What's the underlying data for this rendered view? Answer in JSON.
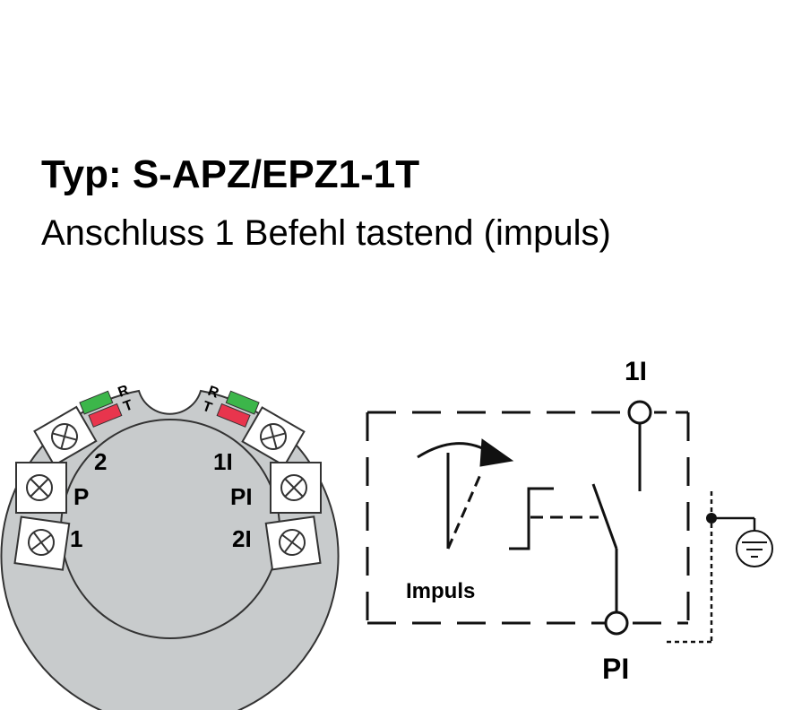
{
  "header": {
    "title": "Typ: S-APZ/EPZ1-1T",
    "subtitle": "Anschluss 1 Befehl tastend (impuls)"
  },
  "terminal_block": {
    "left_led": {
      "top_letter": "R",
      "bottom_letter": "T"
    },
    "right_led": {
      "top_letter": "R",
      "bottom_letter": "T"
    },
    "left_labels": [
      "2",
      "P",
      "1"
    ],
    "right_labels": [
      "1I",
      "PI",
      "2I"
    ],
    "colors": {
      "body": "#c8cbcc",
      "led_green": "#3cb64a",
      "led_red": "#e8354d"
    }
  },
  "schematic": {
    "top_terminal": "1I",
    "bottom_terminal": "PI",
    "impulse_label": "Impuls"
  }
}
